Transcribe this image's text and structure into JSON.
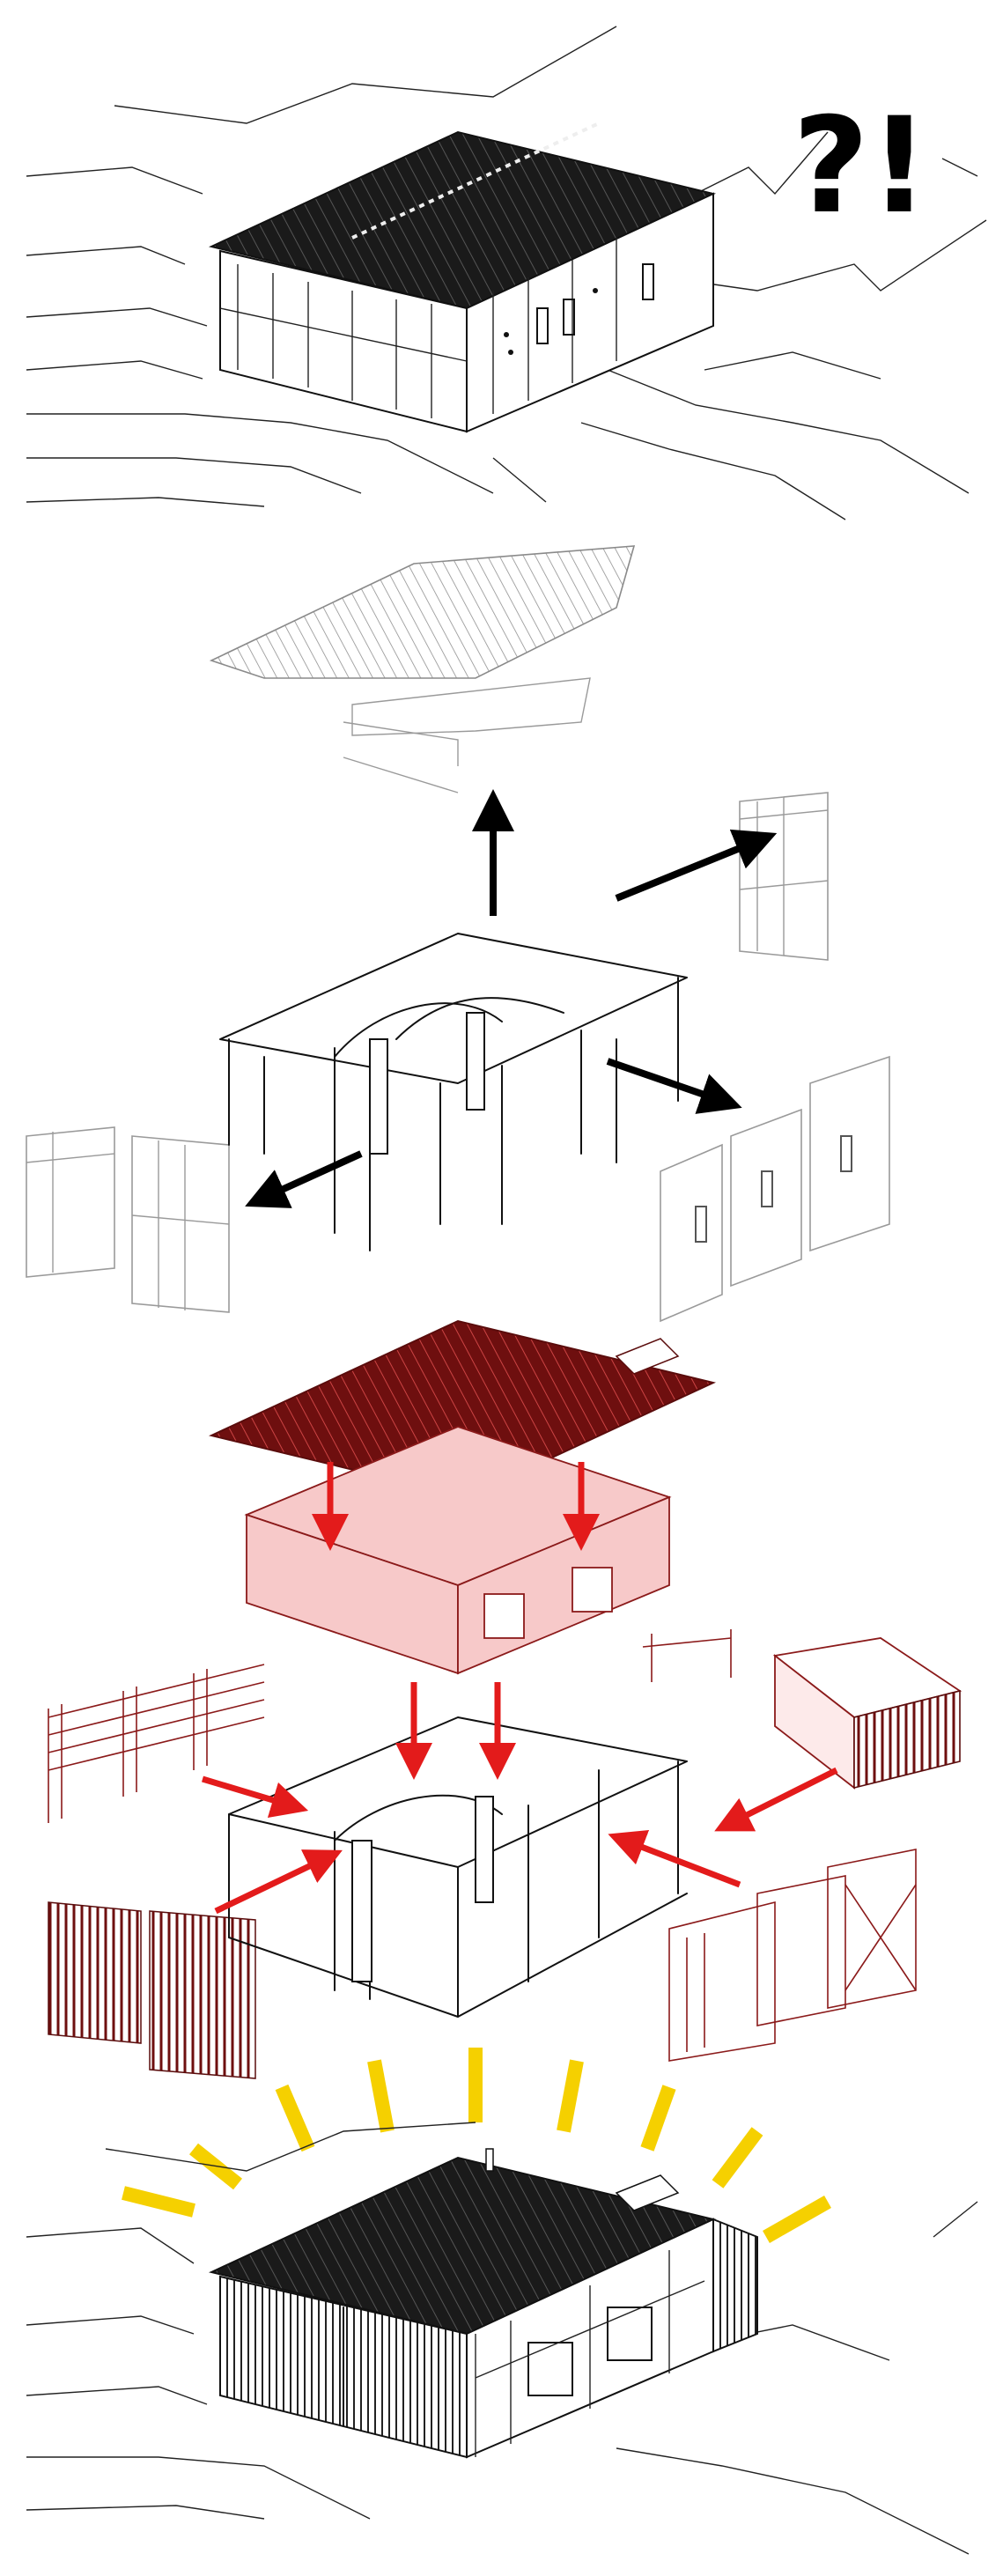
{
  "headline_mark": "?!",
  "colors": {
    "ink": "#111111",
    "removed": "#9a9a9a",
    "added": "#8b1a1a",
    "added_fill": "#f7c9c9",
    "add_arrow": "#e31b1b",
    "remove_arrow": "#000000",
    "rays": "#f5d000"
  },
  "stages": [
    {
      "id": "existing",
      "icon": "question-exclamation-icon"
    },
    {
      "id": "disassembly",
      "icon": "black-arrow-icon",
      "arrow_count": 4
    },
    {
      "id": "assembly",
      "icon": "red-arrow-icon",
      "arrow_count": 8
    },
    {
      "id": "completed",
      "icon": "sun-rays-icon",
      "ray_count": 9
    }
  ]
}
